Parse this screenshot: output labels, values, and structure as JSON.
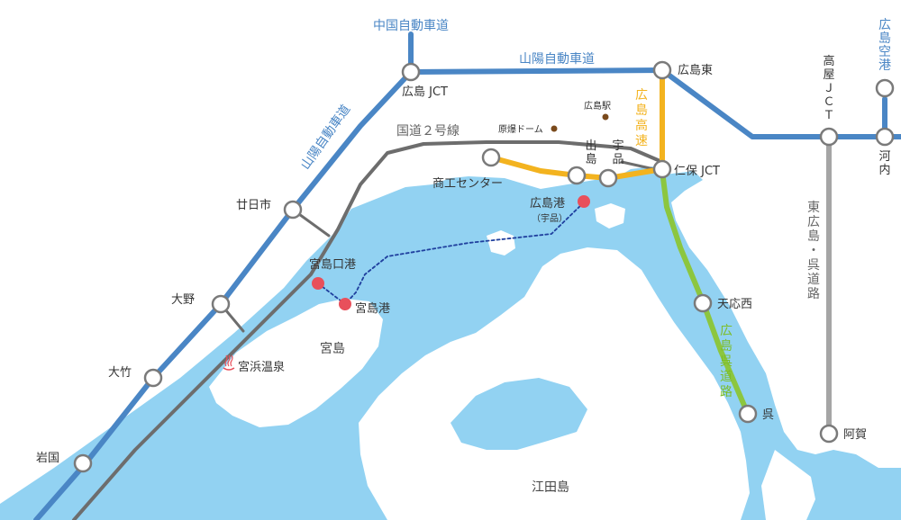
{
  "colors": {
    "water": "#92d2f2",
    "expressway_blue": "#4a86c5",
    "hiroshima_expressway": "#f3b31f",
    "kure_road": "#8cc63f",
    "national_road": "#6d6d6d",
    "port": "#e8505b",
    "ferry_route": "#1f3f9e",
    "landmark": "#7a4a1c"
  },
  "roads": {
    "chugoku_expressway": "中国自動車道",
    "sanyo_expressway_top": "山陽自動車道",
    "sanyo_expressway_diag": "山陽自動車道",
    "hiroshima_expressway": "広島高速",
    "kure_road": "広島呉道路",
    "higashihiroshima_kure_road": "東広島・呉道路",
    "hiroshima_airport_road": "広島空港",
    "route2": "国道２号線"
  },
  "junctions": {
    "hiroshima_jct": "広島 JCT",
    "hiroshima_higashi": "広島東",
    "takaya_jct": "高屋ＪＣＴ",
    "kochi": "河内",
    "niho_jct": "仁保 JCT",
    "ujina": "宇品",
    "deshima": "出島",
    "shoko_center": "商工センター",
    "hatsukaichi": "廿日市",
    "ono": "大野",
    "otake": "大竹",
    "iwakuni": "岩国",
    "tenno_nishi": "天応西",
    "kure": "呉",
    "aga": "阿賀"
  },
  "landmarks": {
    "genbaku_dome": "原爆ドーム",
    "hiroshima_station": "広島駅"
  },
  "ports": {
    "hiroshima_port": "広島港",
    "hiroshima_port_sub": "（宇品）",
    "miyajimaguchi_port": "宮島口港",
    "miyajima_port": "宮島港"
  },
  "places": {
    "miyajima": "宮島",
    "etajima": "江田島",
    "miyahama_onsen": "宮浜温泉",
    "onsen_icon": "hot-spring-icon"
  }
}
